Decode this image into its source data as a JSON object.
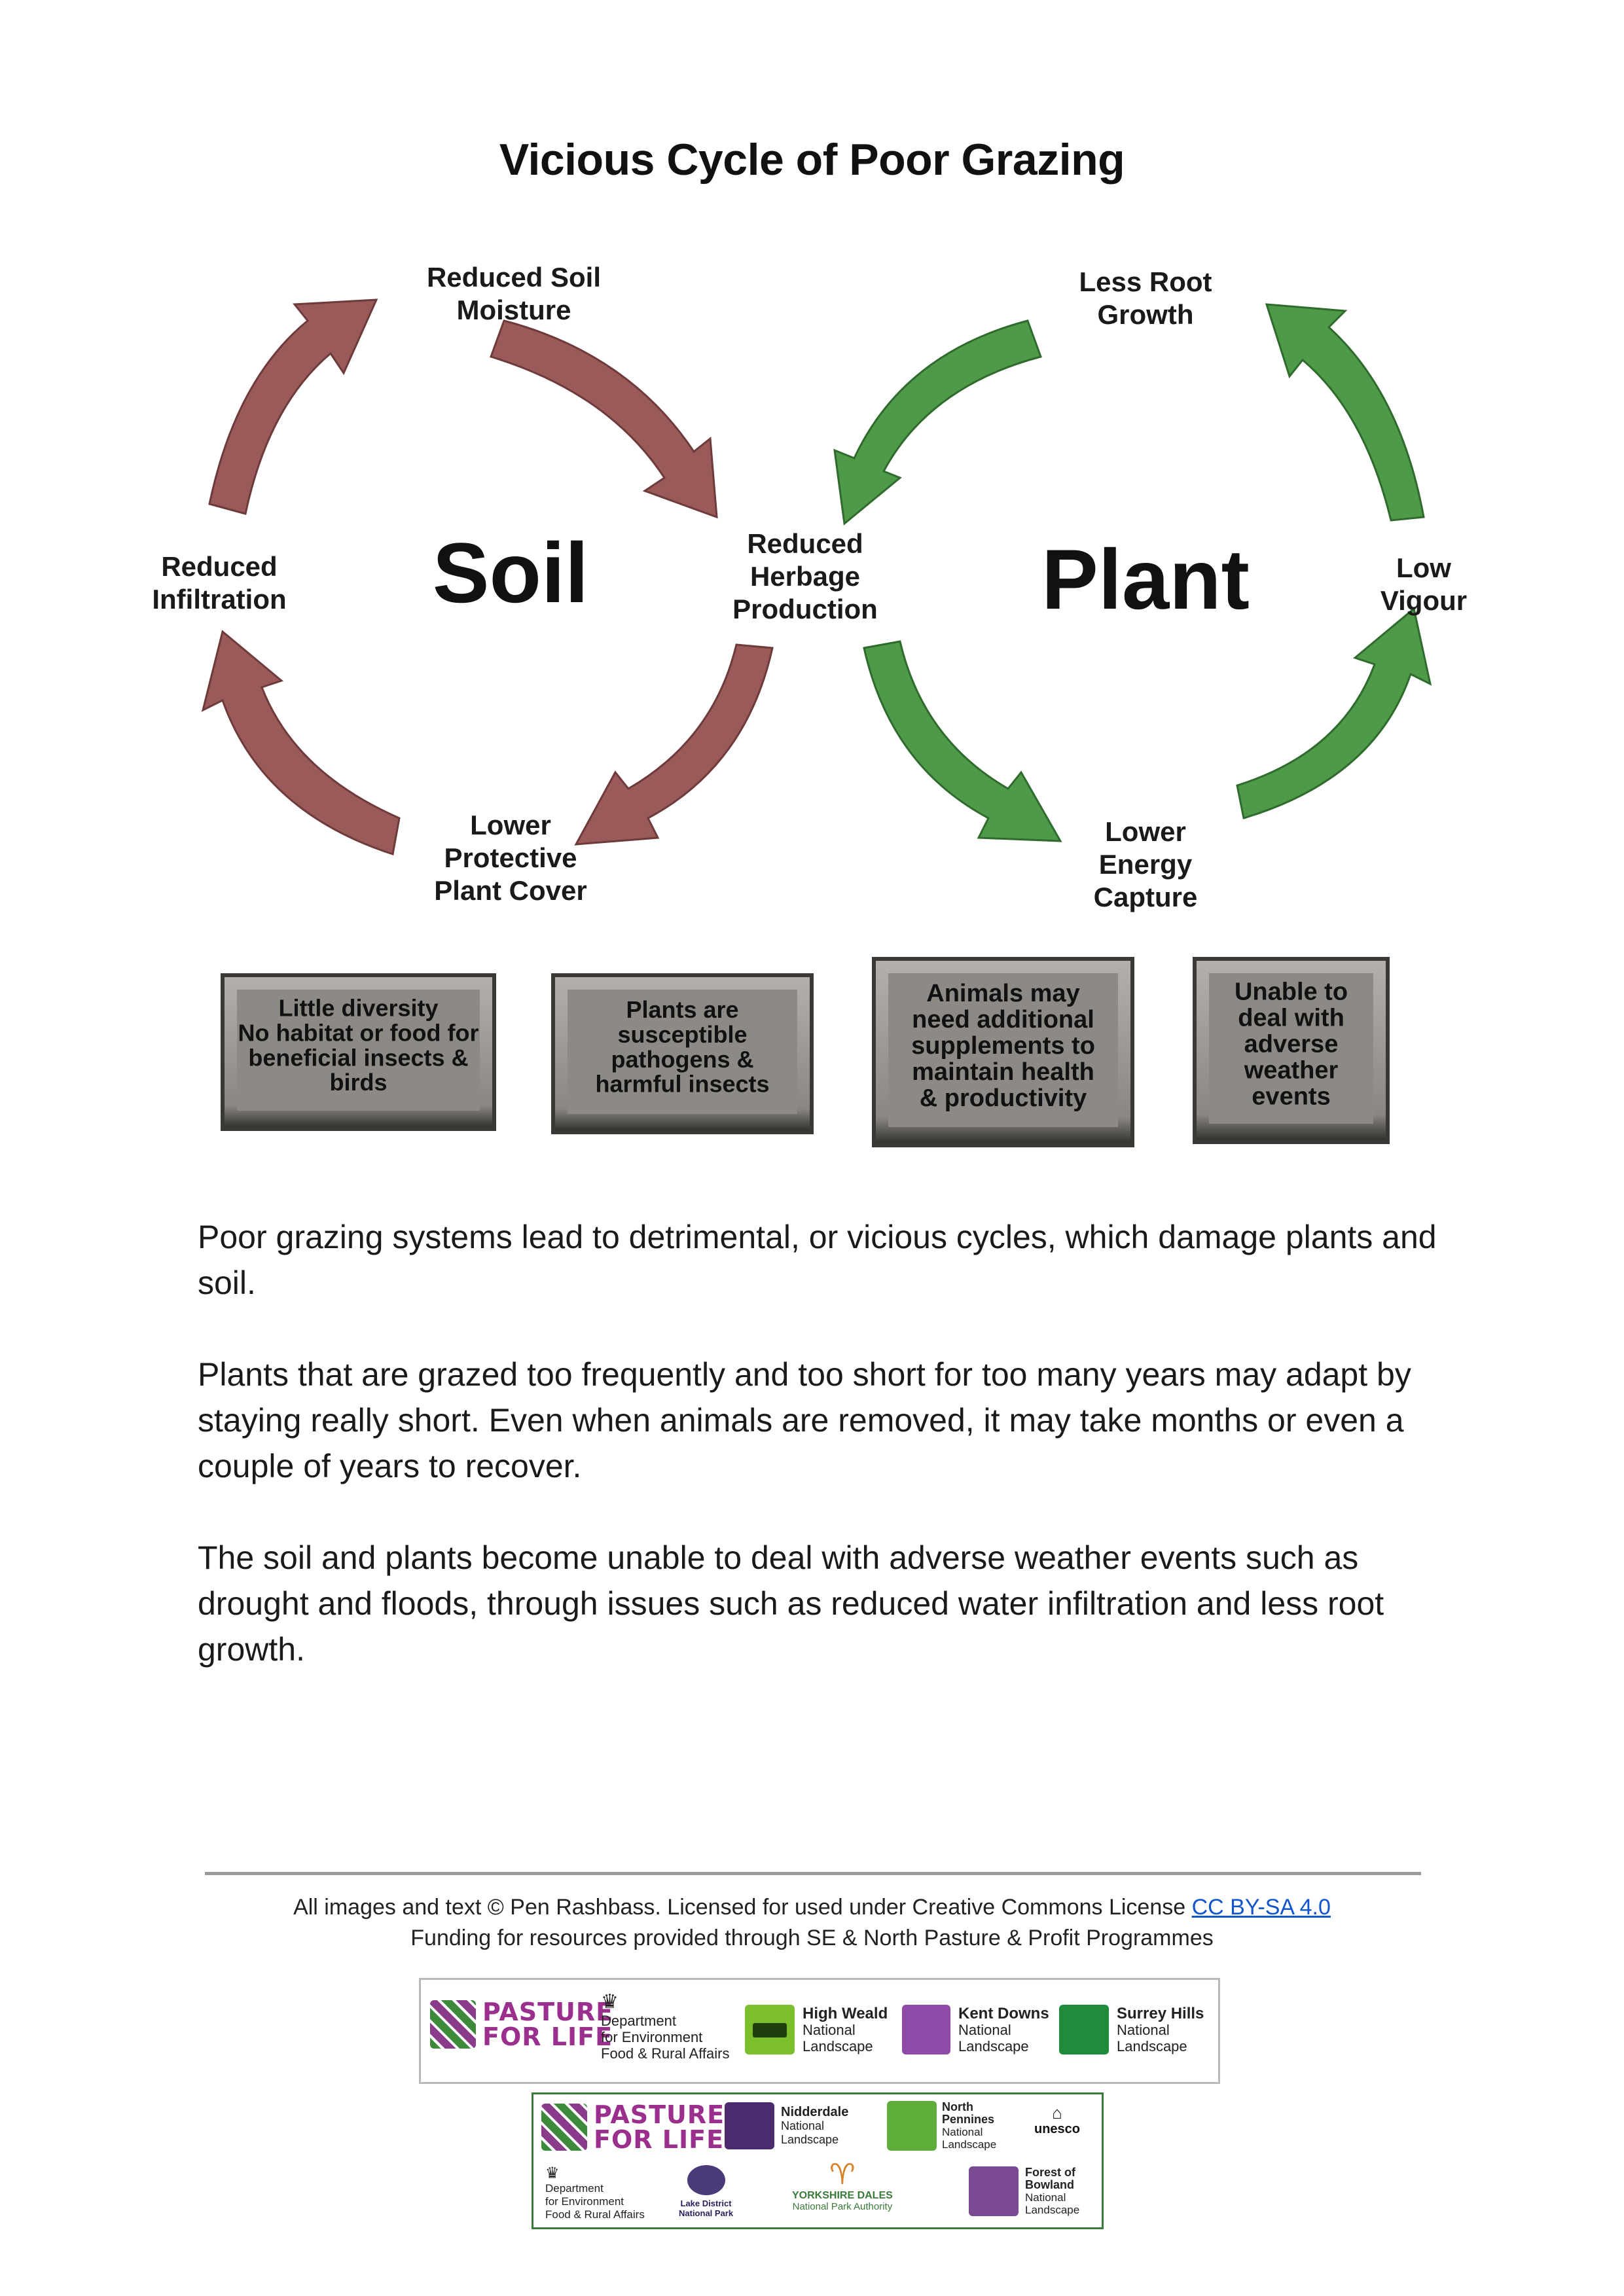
{
  "title": "Vicious Cycle of Poor Grazing",
  "diagram": {
    "soil_center": "Soil",
    "plant_center": "Plant",
    "nodes": {
      "reduced_soil_moisture": [
        "Reduced Soil",
        "Moisture"
      ],
      "less_root_growth": [
        "Less Root",
        "Growth"
      ],
      "reduced_infiltration": [
        "Reduced",
        "Infiltration"
      ],
      "reduced_herbage_production": [
        "Reduced",
        "Herbage",
        "Production"
      ],
      "low_vigour": [
        "Low",
        "Vigour"
      ],
      "lower_protective_plant_cover": [
        "Lower",
        "Protective",
        "Plant Cover"
      ],
      "lower_energy_capture": [
        "Lower",
        "Energy",
        "Capture"
      ]
    },
    "boxes": [
      [
        "Little diversity",
        "No habitat or food for",
        "beneficial insects &",
        "birds"
      ],
      [
        "Plants are",
        "susceptible",
        "pathogens &",
        "harmful insects"
      ],
      [
        "Animals may",
        "need additional",
        "supplements to",
        "maintain health",
        "& productivity"
      ],
      [
        "Unable to",
        "deal with",
        "adverse",
        "weather",
        "events"
      ]
    ],
    "colors": {
      "soil_arrow": "#9b5a5a",
      "plant_arrow": "#4e9a48",
      "box": "#8f8c88"
    }
  },
  "paragraphs": [
    "Poor grazing systems lead to detrimental, or vicious cycles, which damage plants and soil.",
    "Plants that are grazed too frequently and too short for too many years may adapt by staying really short. Even when animals are removed, it may take months or even a couple of years to recover.",
    "The soil and plants become unable to deal with adverse weather events such as drought and floods, through issues such as reduced water infiltration and less root growth."
  ],
  "footer": {
    "license_text": "All images and text © Pen Rashbass. Licensed for used under Creative Commons License ",
    "license_link": "CC BY-SA 4.0",
    "funding": "Funding for resources provided through SE & North Pasture & Profit Programmes"
  },
  "logos_row1": {
    "pfl": [
      "PASTURE",
      "FOR LIFE"
    ],
    "defra": [
      "Department",
      "for Environment",
      "Food & Rural Affairs"
    ],
    "high_weald": [
      "High Weald",
      "National",
      "Landscape"
    ],
    "kent_downs": [
      "Kent Downs",
      "National",
      "Landscape"
    ],
    "surrey_hills": [
      "Surrey Hills",
      "National",
      "Landscape"
    ]
  },
  "logos_row2": {
    "pfl": [
      "PASTURE",
      "FOR LIFE"
    ],
    "nidderdale": [
      "Nidderdale",
      "National",
      "Landscape"
    ],
    "north_pennines": [
      "North",
      "Pennines",
      "National",
      "Landscape"
    ],
    "unesco": "unesco",
    "defra": [
      "Department",
      "for Environment",
      "Food & Rural Affairs"
    ],
    "lake_district": [
      "Lake District",
      "National Park"
    ],
    "yorkshire_dales": [
      "YORKSHIRE DALES",
      "National Park Authority"
    ],
    "bowland": [
      "Forest of",
      "Bowland",
      "National",
      "Landscape"
    ]
  }
}
